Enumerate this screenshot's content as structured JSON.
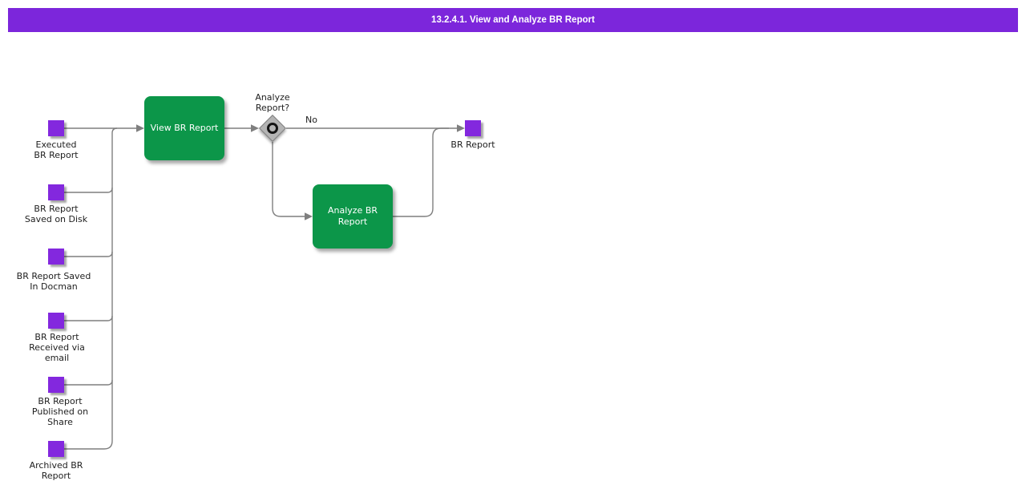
{
  "title_bar": {
    "text": "13.2.4.1. View and Analyze BR Report",
    "bg_color": "#7C26DB",
    "text_color": "#FFFFFF"
  },
  "diagram": {
    "start_events": [
      {
        "id": "executed-br-report",
        "label": "Executed\nBR Report"
      },
      {
        "id": "br-report-saved-on-disk",
        "label": "BR Report\nSaved on Disk"
      },
      {
        "id": "br-report-saved-in-docman",
        "label": "BR Report Saved\nIn Docman"
      },
      {
        "id": "br-report-received-via-email",
        "label": "BR Report\nReceived via\nemail"
      },
      {
        "id": "br-report-published-on-share",
        "label": "BR Report\nPublished on\nShare"
      },
      {
        "id": "archived-br-report",
        "label": "Archived BR\nReport"
      }
    ],
    "tasks": [
      {
        "id": "view-br-report",
        "label": "View BR Report"
      },
      {
        "id": "analyze-br-report",
        "label": "Analyze BR\nReport"
      }
    ],
    "gateway": {
      "id": "analyze-report-gateway",
      "label": "Analyze\nReport?"
    },
    "edge_labels": {
      "no": "No"
    },
    "end_event": {
      "id": "br-report",
      "label": "BR Report"
    },
    "colors": {
      "event_fill": "#8328DE",
      "task_fill": "#0C9649",
      "task_text": "#FFFFFF",
      "gateway_fill": "#B4B4B4",
      "gateway_border": "#808080",
      "gateway_ring": "#141414",
      "connector": "#7F7F7F",
      "label_text": "#1E1E1E"
    }
  }
}
